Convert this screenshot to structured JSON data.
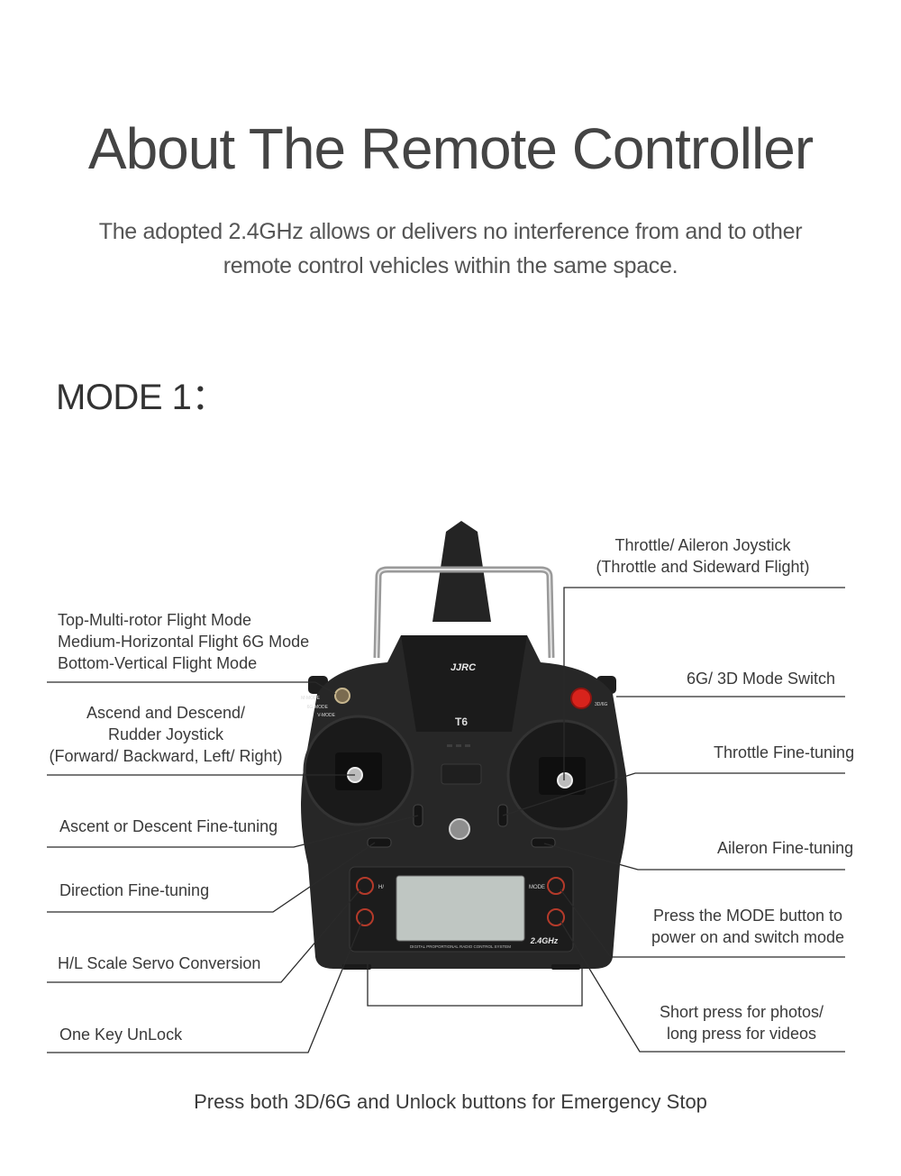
{
  "title": "About The Remote Controller",
  "subtitle_line1": "The adopted 2.4GHz allows or delivers no interference from and to other",
  "subtitle_line2": "remote control vehicles within the same space.",
  "mode_heading": "MODE 1：",
  "controller": {
    "brand": "JJRC",
    "model": "T6",
    "h_label": "H/",
    "mode_label": "MODE",
    "band": "2.4GHz",
    "lcd_caption": "DIGITAL PROPORTIONAL RADIO CONTROL SYSTEM",
    "switch_labels": [
      "M-MODE",
      "6G-MODE",
      "V-MODE"
    ],
    "side_switch_label": "3D/6G",
    "colors": {
      "body": "#262626",
      "accent": "#d8231c",
      "lcd": "#bfc6c2"
    }
  },
  "callouts": {
    "flight_mode": [
      "Top-Multi-rotor Flight Mode",
      "Medium-Horizontal Flight 6G Mode",
      "Bottom-Vertical Flight Mode"
    ],
    "left_joystick": [
      "Ascend and Descend/",
      "Rudder Joystick",
      "(Forward/ Backward, Left/ Right)"
    ],
    "ascent_trim": "Ascent or Descent Fine-tuning",
    "direction_trim": "Direction Fine-tuning",
    "hl_scale": "H/L Scale Servo Conversion",
    "unlock": "One Key UnLock",
    "right_joystick": [
      "Throttle/ Aileron Joystick",
      "(Throttle and Sideward Flight)"
    ],
    "mode_switch": "6G/ 3D Mode Switch",
    "throttle_trim": "Throttle Fine-tuning",
    "aileron_trim": "Aileron Fine-tuning",
    "mode_button": [
      "Press the MODE button to",
      "power on and switch mode"
    ],
    "photo_button": [
      "Short press for photos/",
      "long press for videos"
    ]
  },
  "footer": "Press both 3D/6G and Unlock buttons for Emergency Stop"
}
